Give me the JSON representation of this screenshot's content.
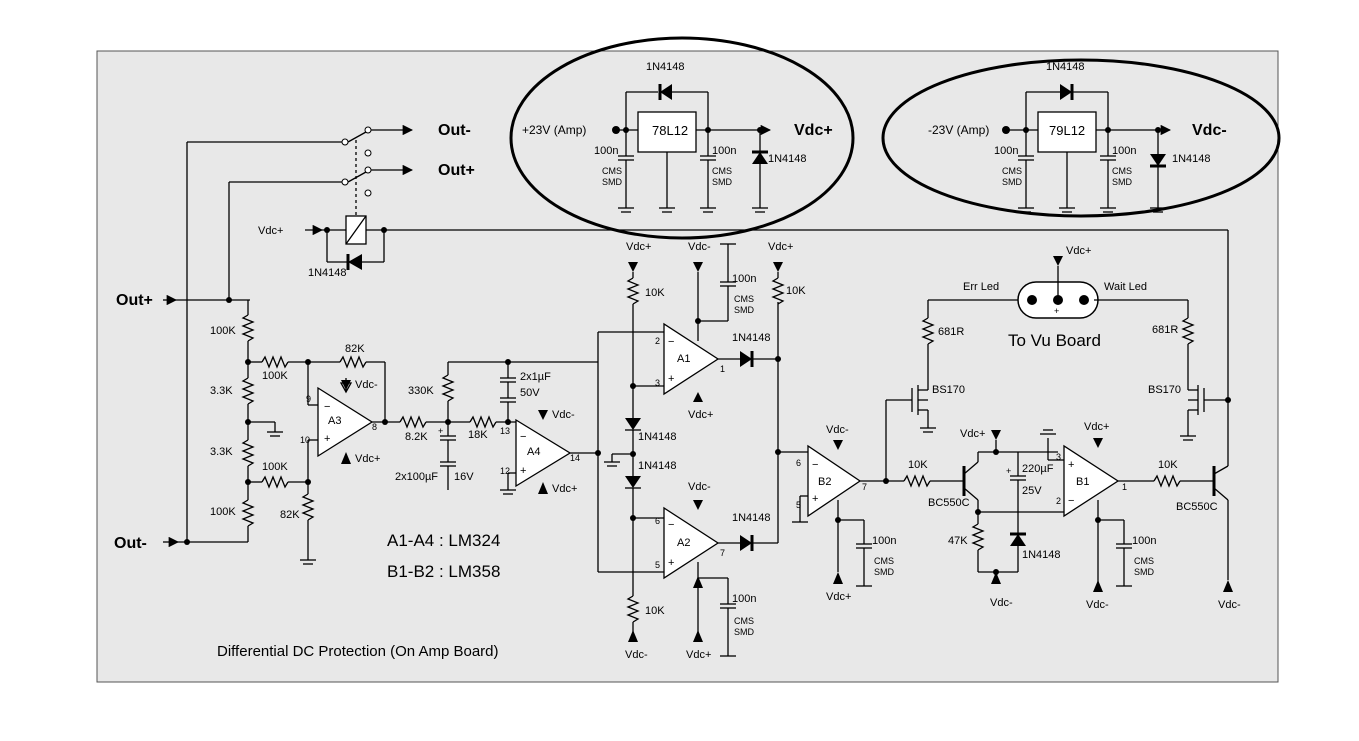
{
  "colors": {
    "panel": "#e8e8e8",
    "ink": "#000000",
    "border": "#555555"
  },
  "title": "Differential DC Protection (On Amp Board)",
  "notes": [
    "A1-A4 : LM324",
    "B1-B2 : LM358"
  ],
  "connectors": {
    "out_plus_in": "Out+",
    "out_minus_in": "Out-",
    "relay_out_minus": "Out-",
    "relay_out_plus": "Out+",
    "vu_board": "To Vu Board",
    "err_led": "Err Led",
    "wait_led": "Wait Led",
    "vu_plus": "+"
  },
  "regulators": {
    "pos": {
      "input": "+23V (Amp)",
      "chip": "78L12",
      "output": "Vdc+",
      "diode_top": "1N4148",
      "diode_shunt": "1N4148",
      "cap_in": "100n",
      "cap_out": "100n",
      "cap_note": "CMS",
      "cap_note2": "SMD"
    },
    "neg": {
      "input": "-23V (Amp)",
      "chip": "79L12",
      "output": "Vdc-",
      "diode_top": "1N4148",
      "diode_shunt": "1N4148",
      "cap_in": "100n",
      "cap_out": "100n",
      "cap_note": "CMS",
      "cap_note2": "SMD"
    }
  },
  "rails": {
    "vdc_plus": "Vdc+",
    "vdc_minus": "Vdc-"
  },
  "resistors": {
    "r100k_a": "100K",
    "r100k_b": "100K",
    "r100k_c": "100K",
    "r100k_d": "100K",
    "r3k3_a": "3.3K",
    "r3k3_b": "3.3K",
    "r82k_a": "82K",
    "r82k_b": "82K",
    "r330k": "330K",
    "r8k2": "8.2K",
    "r18k": "18K",
    "r10k_a": "10K",
    "r10k_b": "10K",
    "r10k_c": "10K",
    "r10k_d": "10K",
    "r10k_e": "10K",
    "r681_a": "681R",
    "r681_b": "681R",
    "r47k": "47K"
  },
  "capacitors": {
    "c2x1u": "2x1µF",
    "c50v": "50V",
    "c2x100u": "2x100µF",
    "c16v": "16V",
    "c100n": "100n",
    "cms": "CMS",
    "smd": "SMD",
    "c220u": "220µF",
    "c25v": "25V"
  },
  "diodes": {
    "d": "1N4148"
  },
  "transistors": {
    "bs170": "BS170",
    "bc550c": "BC550C"
  },
  "opamps": {
    "a1": "A1",
    "a2": "A2",
    "a3": "A3",
    "a4": "A4",
    "b1": "B1",
    "b2": "B2"
  },
  "pins": {
    "p1": "1",
    "p2": "2",
    "p3": "3",
    "p5": "5",
    "p6": "6",
    "p7": "7",
    "p8": "8",
    "p9": "9",
    "p10": "10",
    "p12": "12",
    "p13": "13",
    "p14": "14",
    "minus": "−",
    "plus": "+"
  }
}
